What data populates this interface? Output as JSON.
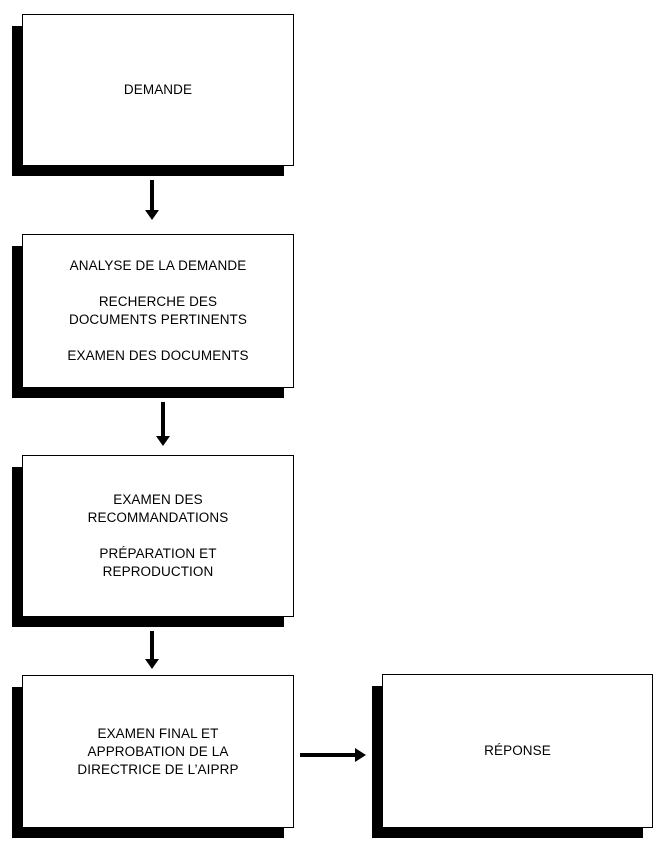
{
  "diagram": {
    "title": "",
    "type": "flowchart",
    "orientation": "vertical-with-side-branch",
    "colors": {
      "box_fill": "#ffffff",
      "box_border": "#000000",
      "shadow": "#000000",
      "text": "#000000",
      "arrow": "#000000",
      "background": "#ffffff"
    },
    "nodes": [
      {
        "id": "demande",
        "lines": [
          "DEMANDE"
        ]
      },
      {
        "id": "analyse",
        "lines": [
          "ANALYSE DE LA DEMANDE",
          "RECHERCHE DES\nDOCUMENTS PERTINENTS",
          "EXAMEN DES DOCUMENTS"
        ]
      },
      {
        "id": "recommandations",
        "lines": [
          "EXAMEN DES\nRECOMMANDATIONS",
          "PRÉPARATION ET\nREPRODUCTION"
        ]
      },
      {
        "id": "examen-final",
        "lines": [
          "EXAMEN FINAL ET\nAPPROBATION DE LA\nDIRECTRICE DE L’AIPRP"
        ]
      },
      {
        "id": "reponse",
        "lines": [
          "RÉPONSE"
        ]
      }
    ],
    "connectors": [
      {
        "id": "demande-to-analyse",
        "direction": "down",
        "label": ""
      },
      {
        "id": "analyse-to-recommandations",
        "direction": "down",
        "label": ""
      },
      {
        "id": "recommandations-to-examen-final",
        "direction": "down",
        "label": ""
      },
      {
        "id": "examen-final-to-reponse",
        "direction": "right",
        "label": ""
      }
    ]
  }
}
